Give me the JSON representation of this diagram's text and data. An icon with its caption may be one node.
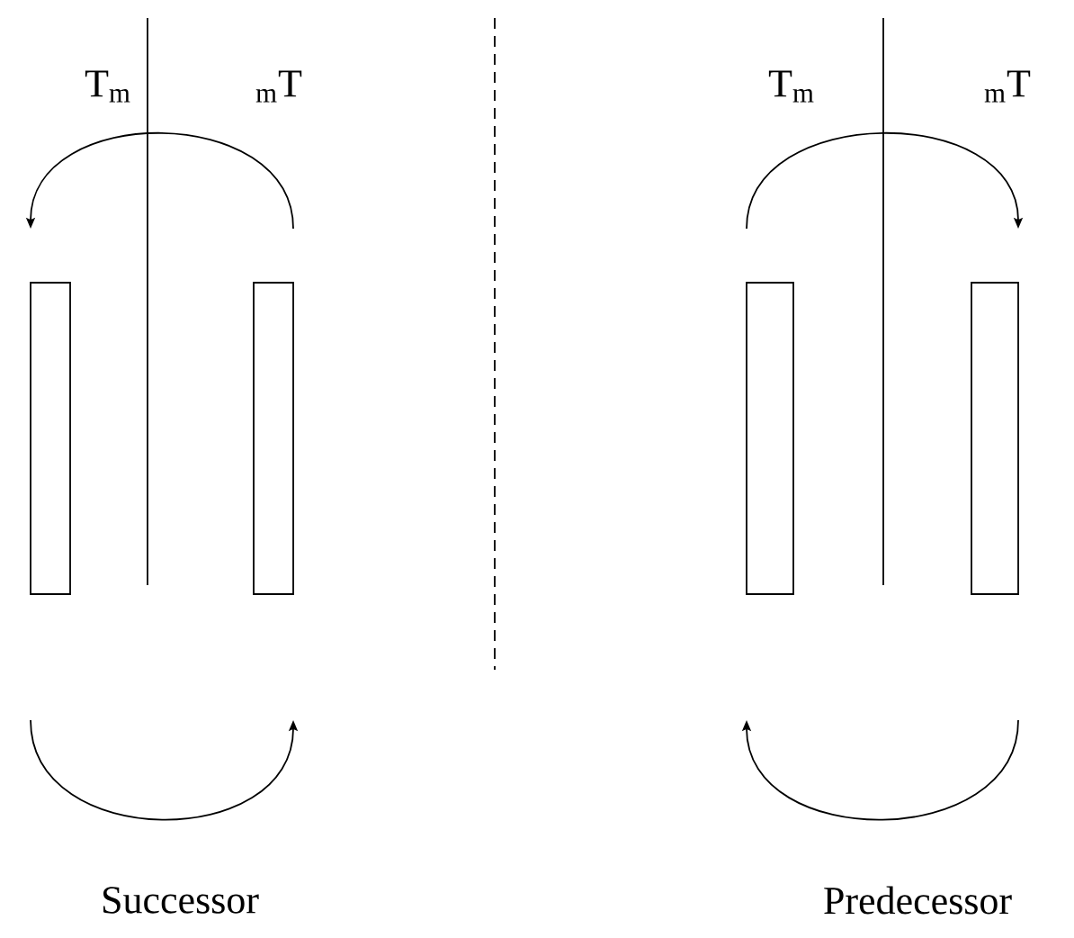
{
  "diagram": {
    "labels": [
      "T$_{m}$",
      "$_{m}$T",
      "T$_{m}$",
      "$_{m}$T",
      "Successor",
      "Predecessor"
    ]
  }
}
